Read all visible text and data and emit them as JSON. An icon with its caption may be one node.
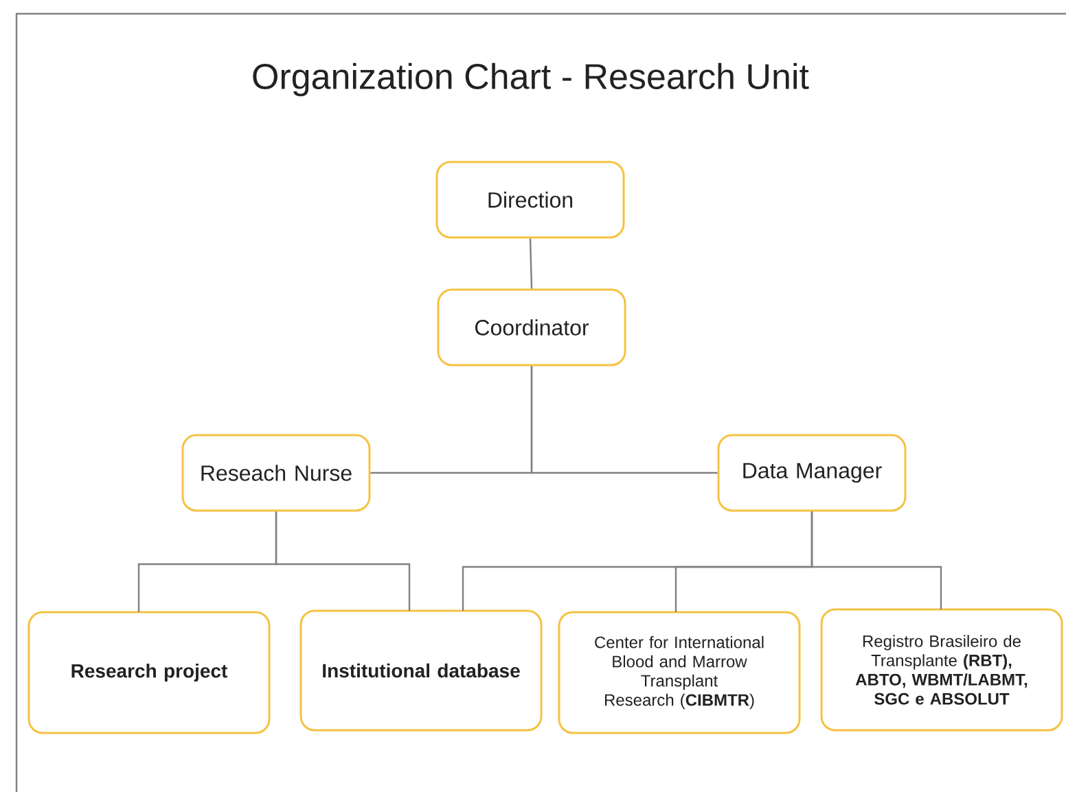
{
  "diagram": {
    "title": "Organization Chart - Research Unit",
    "nodes": [
      {
        "text": [
          "Direction"
        ]
      },
      {
        "text": [
          "Coordinator"
        ]
      },
      {
        "text": [
          "Reseach Nurse"
        ]
      },
      {
        "text": [
          "Data Manager"
        ]
      },
      {
        "text": [
          "Research project"
        ]
      },
      {
        "text": [
          "Institutional database"
        ]
      },
      {
        "text": [
          "Center for International Blood and Marrow Transplant Research (**CIBMTR**)"
        ]
      },
      {
        "text": [
          "Registro Brasileiro de Transplante **(RBT), ABTO, WBMT/LABMT, SGC e ABSOLUT**"
        ]
      }
    ],
    "edges": [
      {
        "from": 0,
        "to": 1,
        "arrow": "none"
      },
      {
        "from": 1,
        "to": 2,
        "arrow": "none"
      },
      {
        "from": 1,
        "to": 3,
        "arrow": "none"
      },
      {
        "from": 2,
        "to": 4,
        "arrow": "none"
      },
      {
        "from": 2,
        "to": 5,
        "arrow": "none"
      },
      {
        "from": 3,
        "to": 5,
        "arrow": "none"
      },
      {
        "from": 3,
        "to": 6,
        "arrow": "none"
      },
      {
        "from": 3,
        "to": 7,
        "arrow": "none"
      }
    ]
  }
}
